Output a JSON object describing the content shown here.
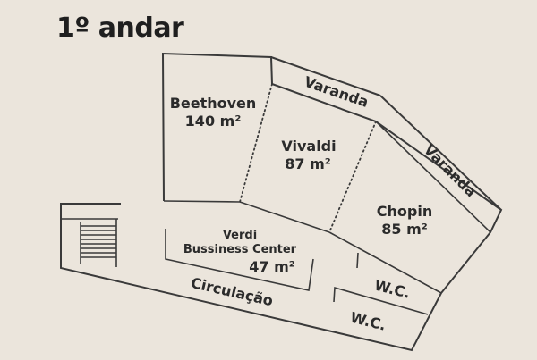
{
  "floor_title": "1º andar",
  "rooms": {
    "beethoven": {
      "name": "Beethoven",
      "area": "140 m²"
    },
    "vivaldi": {
      "name": "Vivaldi",
      "area": "87 m²"
    },
    "chopin": {
      "name": "Chopin",
      "area": "85 m²"
    },
    "verdi": {
      "name_line1": "Verdi",
      "name_line2": "Bussiness Center",
      "area": "47 m²"
    }
  },
  "areas": {
    "varanda_top": "Varanda",
    "varanda_right": "Varanda",
    "circulacao": "Circulação",
    "wc_upper": "W.C.",
    "wc_lower": "W.C."
  },
  "colors": {
    "background": "#ebe5dc",
    "lines": "#3a3a3a",
    "text": "#2b2b2b"
  }
}
